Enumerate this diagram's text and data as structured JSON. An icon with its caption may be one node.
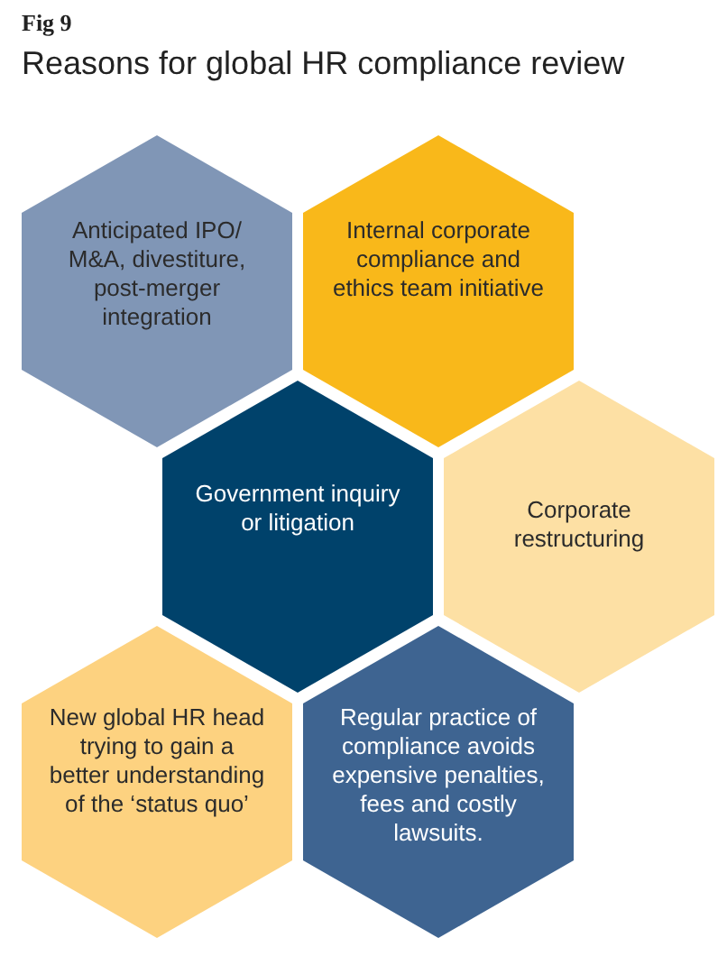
{
  "diagram": {
    "title": "Reasons for global HR compliance review",
    "nodes": [
      {
        "text": [
          "Anticipated IPO/ M&A, divestiture, post-merger integration"
        ]
      },
      {
        "text": [
          "Internal corporate compliance and ethics team initiative"
        ]
      },
      {
        "text": [
          "Government inquiry or litigation"
        ]
      },
      {
        "text": [
          "Corporate restructuring"
        ]
      },
      {
        "text": [
          "New global HR head trying to gain a better understanding of the ‘status quo’"
        ]
      },
      {
        "text": [
          "Regular practice of compliance avoids expensive penalties, fees and costly lawsuits."
        ]
      }
    ],
    "labels": [
      "Fig 9"
    ]
  }
}
